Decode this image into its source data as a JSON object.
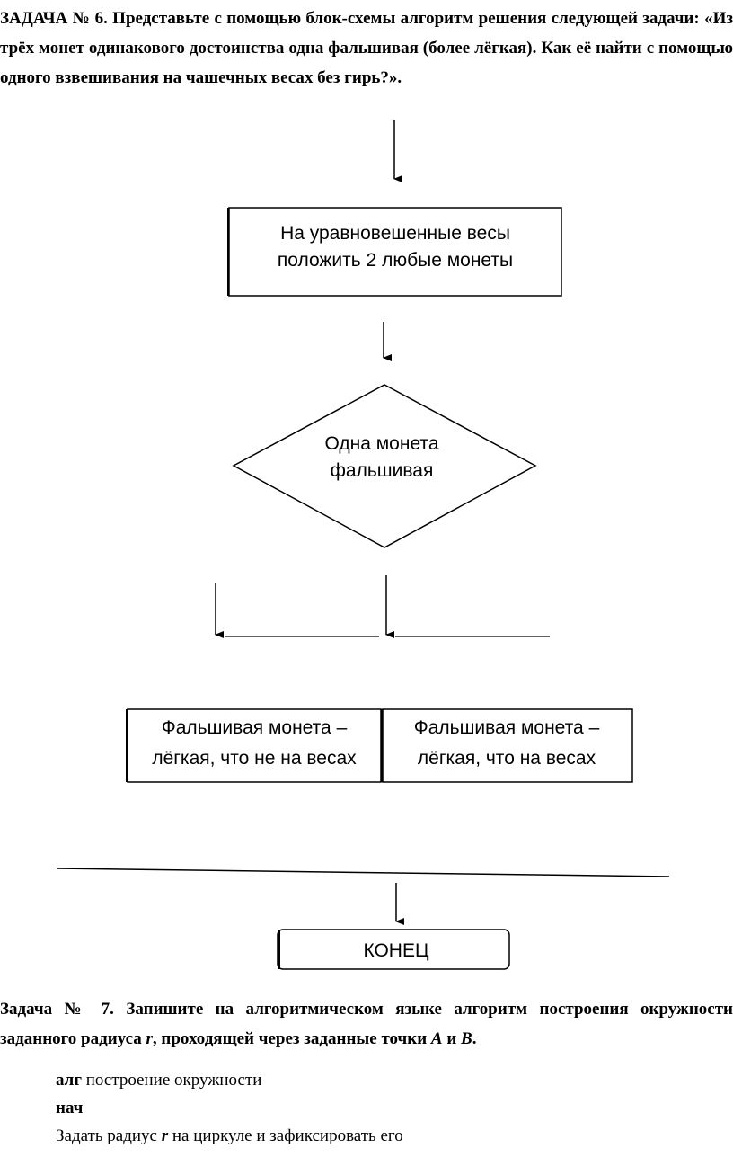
{
  "task6": {
    "text": "ЗАДАЧА № 6. Представьте с помощью блок-схемы алгоритм решения следующей задачи: «Из трёх монет одинакового достоинства одна фальшивая (более лёгкая). Как её найти с помощью одного взвешивания на чашечных весах без гирь?»."
  },
  "flowchart": {
    "step1_line1": "На уравновешенные весы",
    "step1_line2": "положить 2 любые монеты",
    "decision_line1": "Одна монета",
    "decision_line2": "фальшивая",
    "left_line1": "Фальшивая монета –",
    "left_line2": "лёгкая, что не на весах",
    "right_line1": "Фальшивая монета –",
    "right_line2": "лёгкая, что на весах",
    "end_label": "КОНЕЦ"
  },
  "task7": {
    "text_a": "Задача № 7. Запишите на алгоритмическом языке алгоритм построения окружности заданного радиуса ",
    "var_r": "r",
    "text_b": ", проходящей через заданные точки ",
    "var_a": "A",
    "text_c": " и ",
    "var_b": "B",
    "text_d": "."
  },
  "code": {
    "kw_alg": "алг",
    "alg_name": " построение окружности",
    "kw_begin": "нач",
    "line3_a": "Задать радиус ",
    "line3_var": "r",
    "line3_b": " на циркуле и зафиксировать его"
  }
}
